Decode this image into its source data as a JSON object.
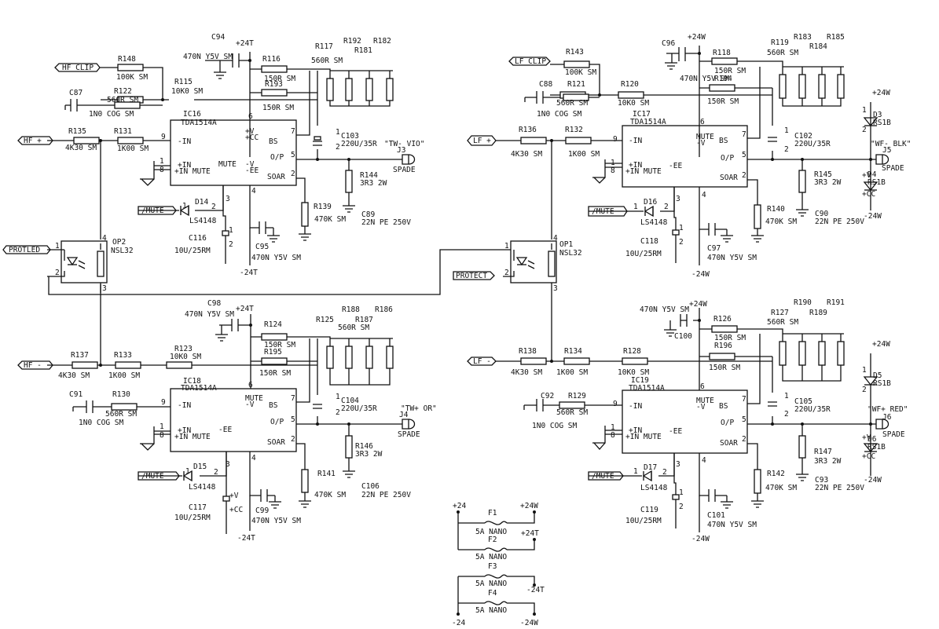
{
  "fuses": {
    "labels": [
      "+24",
      "+24W",
      "F1",
      "5A NANO",
      "F2",
      "+24T",
      "5A NANO",
      "F3",
      "5A NANO",
      "-24T",
      "F4",
      "5A NANO",
      "-24",
      "-24W"
    ]
  },
  "blocks": [
    {
      "id": "tl",
      "labels": [
        "C94",
        "+24T",
        "470N Y5V SM",
        "R117",
        "R192",
        "R182",
        "R116",
        "560R SM",
        "R181",
        "R148",
        "100K SM",
        "150R SM",
        "R115",
        "R193",
        "10K0 SM",
        "C87",
        "R122",
        "560R SM",
        "150R SM",
        "1N0 COG SM",
        "IC16",
        "TDA1514A",
        "R135",
        "R131",
        "-IN",
        "BS",
        "C103",
        "220U/35R",
        "4K30 SM",
        "1K00 SM",
        "J3",
        "\"TW- VIO\"",
        "O/P",
        "SPADE",
        "+IN",
        "+IN MUTE",
        "SOAR",
        "R144",
        "3R3 2W",
        "D14",
        "R139",
        "C89",
        "LS4148",
        "470K SM",
        "22N PE 250V",
        "C116",
        "C95",
        "10U/25RM",
        "470N Y5V SM",
        "-24T",
        "9",
        "6",
        "7",
        "5",
        "2",
        "1",
        "8",
        "4",
        "3",
        "1",
        "2",
        "1",
        "2",
        "1",
        "2",
        "+V",
        "+CC",
        "MUTE",
        "-V",
        "-EE"
      ],
      "ports": [
        "HF_CLIP",
        "HF +",
        "/MUTE"
      ]
    },
    {
      "id": "tr",
      "labels": [
        "C96",
        "+24W",
        "R119",
        "R183",
        "R185",
        "470N Y5V SM",
        "R143",
        "R118",
        "560R SM",
        "R184",
        "100K SM",
        "C88",
        "R121",
        "R120",
        "150R SM",
        "R194",
        "560R SM",
        "10K0 SM",
        "150R SM",
        "1N0 COG SM",
        "IC17",
        "TDA1514A",
        "R136",
        "R132",
        "-IN",
        "BS",
        "C102",
        "220U/35R",
        "4K30 SM",
        "1K00 SM",
        "O/P",
        "J5",
        "\"WF- BLK\"",
        "SPADE",
        "+IN",
        "+IN MUTE",
        "SOAR",
        "R145",
        "3R3 2W",
        "D16",
        "R140",
        "C90",
        "LS4148",
        "470K SM",
        "22N PE 250V",
        "C118",
        "C97",
        "10U/25RM",
        "470N Y5V SM",
        "-24W",
        "+24W",
        "D3",
        "RS1B",
        "D4",
        "RS1B",
        "-24W",
        "9",
        "6",
        "7",
        "5",
        "2",
        "1",
        "8",
        "4",
        "3",
        "1",
        "2",
        "1",
        "2",
        "1",
        "2",
        "1",
        "2",
        "+V",
        "+CC",
        "MUTE",
        "-V",
        "-EE"
      ],
      "ports": [
        "LF_CLIP",
        "LF +",
        "/MUTE"
      ]
    },
    {
      "id": "bl",
      "labels": [
        "C98",
        "+24T",
        "470N Y5V SM",
        "R125",
        "R188",
        "R186",
        "R124",
        "560R SM",
        "R187",
        "150R SM",
        "R195",
        "R123",
        "R133",
        "10K0 SM",
        "150R SM",
        "R137",
        "1K00 SM",
        "4K30 SM",
        "C91",
        "R130",
        "IC18",
        "TDA1514A",
        "-IN",
        "BS",
        "C104",
        "220U/35R",
        "560R SM",
        "1N0 COG SM",
        "O/P",
        "J4",
        "\"TW+ OR\"",
        "SPADE",
        "+IN",
        "+IN MUTE",
        "SOAR",
        "R146",
        "3R3 2W",
        "D15",
        "R141",
        "C106",
        "LS4148",
        "470K SM",
        "22N PE 250V",
        "C117",
        "C99",
        "10U/25RM",
        "470N Y5V SM",
        "-24T",
        "9",
        "6",
        "7",
        "5",
        "2",
        "1",
        "8",
        "4",
        "3",
        "1",
        "2",
        "1",
        "2",
        "+V",
        "+CC",
        "MUTE",
        "-V",
        "-EE"
      ],
      "ports": [
        "HF -",
        "/MUTE"
      ]
    },
    {
      "id": "br",
      "labels": [
        "470N Y5V SM",
        "+24W",
        "R127",
        "R190",
        "R191",
        "C100",
        "R126",
        "560R SM",
        "R189",
        "150R SM",
        "R196",
        "R138",
        "R134",
        "R128",
        "150R SM",
        "4K30 SM",
        "1K00 SM",
        "10K0 SM",
        "IC19",
        "TDA1514A",
        "C92",
        "R129",
        "-IN",
        "BS",
        "C105",
        "220U/35R",
        "560R SM",
        "1N0 COG SM",
        "O/P",
        "\"WF+ RED\"",
        "J6",
        "SPADE",
        "+IN",
        "+IN MUTE",
        "SOAR",
        "R147",
        "3R3 2W",
        "D17",
        "R142",
        "C93",
        "LS4148",
        "470K SM",
        "22N PE 250V",
        "C119",
        "C101",
        "10U/25RM",
        "470N Y5V SM",
        "-24W",
        "+24W",
        "D5",
        "RS1B",
        "D6",
        "RS1B",
        "-24W",
        "9",
        "6",
        "7",
        "5",
        "2",
        "1",
        "8",
        "4",
        "3",
        "1",
        "2",
        "1",
        "2",
        "1",
        "2",
        "1",
        "2",
        "+V",
        "+CC",
        "MUTE",
        "-V",
        "-EE"
      ],
      "ports": [
        "LF -",
        "/MUTE"
      ]
    },
    {
      "id": "op2",
      "labels": [
        "OP2",
        "NSL32",
        "1",
        "4",
        "2",
        "3"
      ],
      "ports": [
        "PROTLED"
      ]
    },
    {
      "id": "op1",
      "labels": [
        "OP1",
        "NSL32",
        "1",
        "4",
        "2",
        "3"
      ],
      "ports": [
        "PROTECT"
      ]
    }
  ]
}
